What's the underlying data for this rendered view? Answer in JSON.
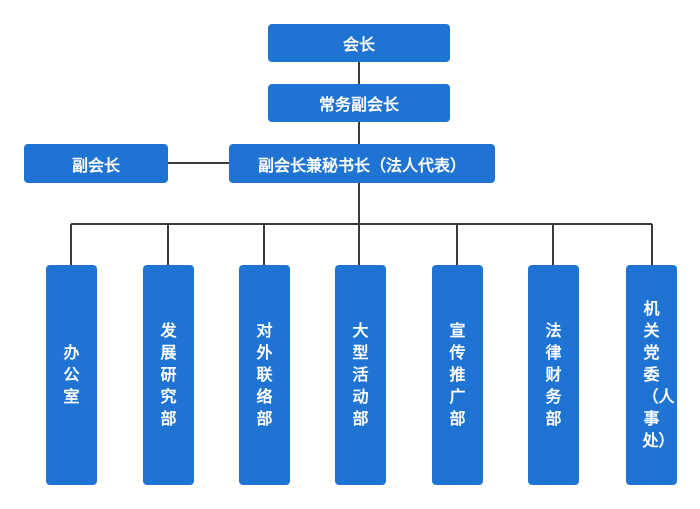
{
  "org_chart": {
    "president": "会长",
    "executive_vice_president": "常务副会长",
    "vice_president": "副会长",
    "vice_president_secretary_general": "副会长兼秘书长（法人代表）",
    "departments": [
      {
        "label": "办公室"
      },
      {
        "label": "发展研究部"
      },
      {
        "label": "对外联络部"
      },
      {
        "label": "大型活动部"
      },
      {
        "label": "宣传推广部"
      },
      {
        "label": "法律财务部"
      },
      {
        "label": "机关党委（人事处）"
      }
    ]
  },
  "colors": {
    "box_fill": "#1f74d3",
    "box_text": "#ffffff",
    "connector": "#3a3a3a"
  }
}
